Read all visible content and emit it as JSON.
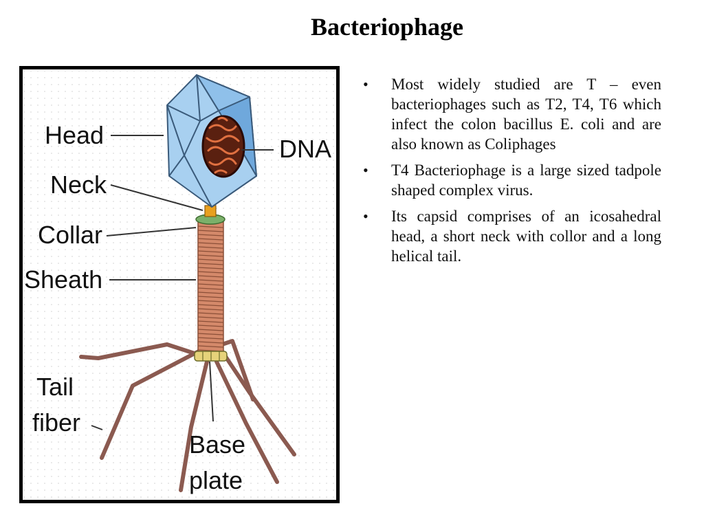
{
  "slide": {
    "title": "Bacteriophage"
  },
  "diagram": {
    "labels": {
      "head": "Head",
      "dna": "DNA",
      "neck": "Neck",
      "collar": "Collar",
      "sheath": "Sheath",
      "tail_fiber_line1": "Tail",
      "tail_fiber_line2": "fiber",
      "base_plate_line1": "Base",
      "base_plate_line2": "plate"
    },
    "colors": {
      "head": "#a8d0f0",
      "head_dark": "#5d9fd6",
      "dna": "#c85a2a",
      "sheath": "#d4896a",
      "collar": "#7bb06a",
      "neck": "#e8a020",
      "fiber": "#8b5a50"
    }
  },
  "bullets": [
    {
      "text": "Most widely studied are T – even bacteriophages such as T2, T4, T6 which infect the colon bacillus E. coli and are also known as Coliphages"
    },
    {
      "text": "T4 Bacteriophage  is a large sized tadpole shaped complex virus."
    },
    {
      "text": "Its capsid comprises of an icosahedral head, a short neck with collor and a long helical tail."
    }
  ]
}
